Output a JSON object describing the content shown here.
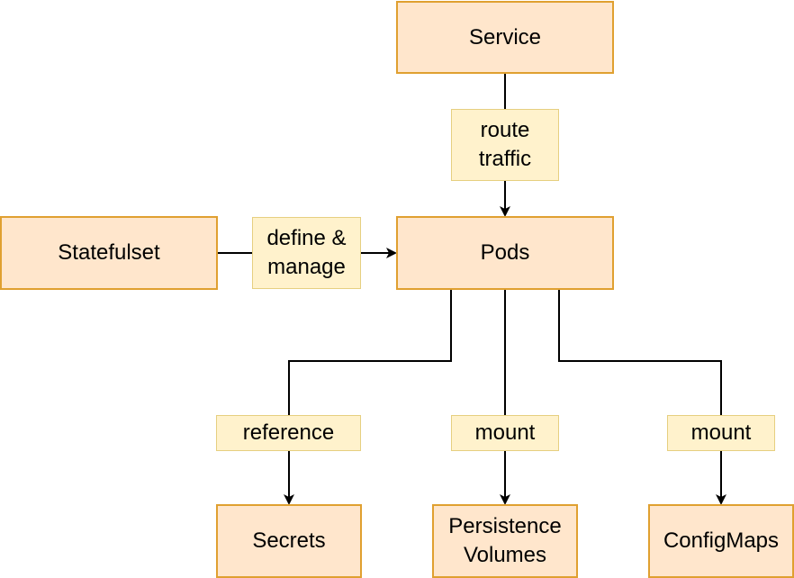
{
  "colors": {
    "box_fill": "#ffe6cc",
    "box_stroke": "#e0a030",
    "label_fill": "#fff2cc",
    "label_stroke": "#e6cf80",
    "edge": "#000000"
  },
  "nodes": {
    "service": "Service",
    "statefulset": "Statefulset",
    "pods": "Pods",
    "secrets": "Secrets",
    "persistence_volumes": "Persistence\nVolumes",
    "configmaps": "ConfigMaps"
  },
  "edges": {
    "service_to_pods": "route\ntraffic",
    "statefulset_to_pods": "define &\nmanage",
    "pods_to_secrets": "reference",
    "pods_to_volumes": "mount",
    "pods_to_configmaps": "mount"
  }
}
